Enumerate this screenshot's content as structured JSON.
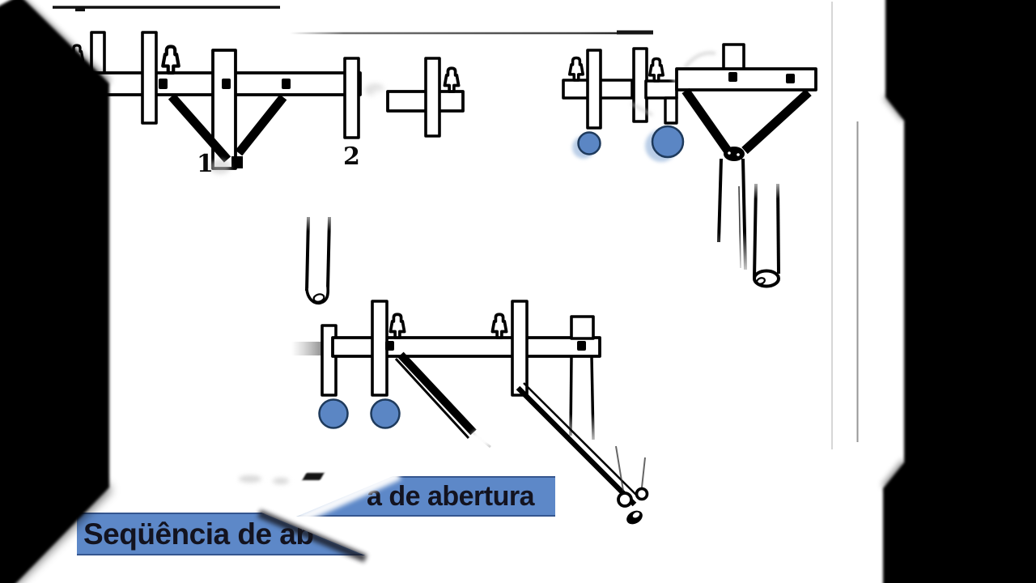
{
  "slide": {
    "description_labels": {
      "label_1": "1",
      "label_2": "2"
    },
    "banners": {
      "old_title_fragment": "a de abertura",
      "new_title_fragment": "Seqüência de ab"
    },
    "colors": {
      "banner-blue": "#5d88c8",
      "banner-border": "#35568f",
      "banner-text": "#13131f",
      "marker-blue": "#5b86c4",
      "marker-outline": "#1e3a5c",
      "marker-halo": "#9db9dd",
      "ink": "#000000"
    }
  }
}
